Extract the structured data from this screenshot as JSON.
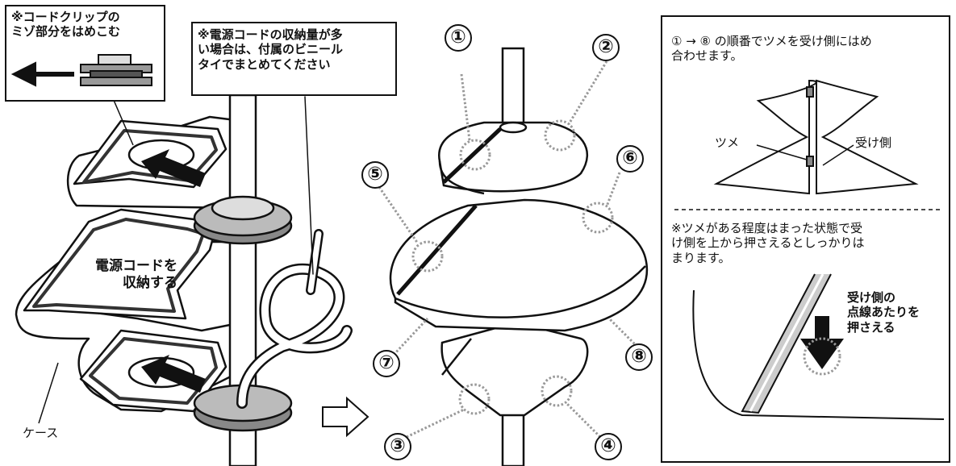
{
  "left_panel": {
    "clip_note": "※コードクリップの\nミゾ部分をはめこむ",
    "cord_note": "※電源コードの収納量が多\nい場合は、付属のビニール\nタイでまとめてください",
    "store_label": "電源コードを\n収納する",
    "case_label": "ケース"
  },
  "middle_panel": {
    "numbers": [
      "①",
      "②",
      "③",
      "④",
      "⑤",
      "⑥",
      "⑦",
      "⑧"
    ]
  },
  "right_panel": {
    "instruction": "① → ⑧ の順番でツメを受け側にはめ\n合わせます。",
    "tsume_label": "ツメ",
    "uke_label": "受け側",
    "note": "※ツメがある程度はまった状態で受\nけ側を上から押さえるとしっかりは\nまります。",
    "press_label": "受け側の\n点線あたりを\n押さえる"
  }
}
